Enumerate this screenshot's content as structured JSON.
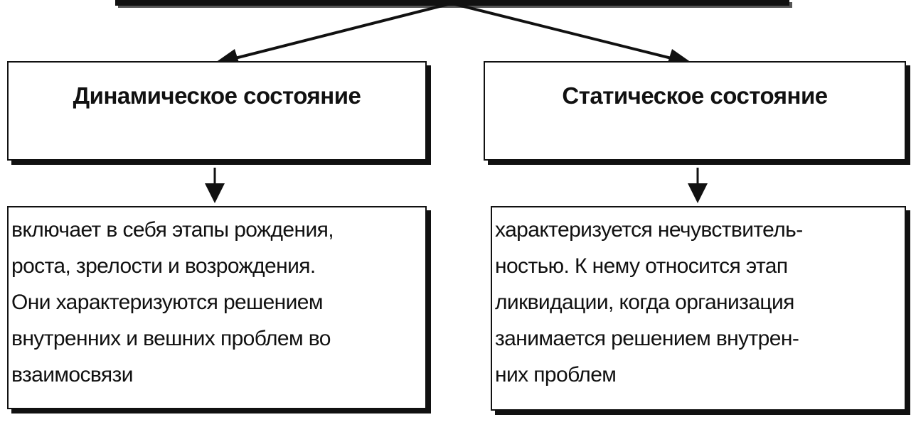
{
  "diagram": {
    "left": {
      "title": "Динамическое состояние",
      "description": "включает в себя этапы рождения,\nроста, зрелости и возрождения.\nОни характеризуются решением\nвнутренних и вешних проблем во\nвзаимосвязи"
    },
    "right": {
      "title": "Статическое состояние",
      "description": "характеризуется нечувствитель-\nностью. К нему относится этап\nликвидации, когда организация\nзанимается решением внутрен-\nних проблем"
    },
    "colors": {
      "ink": "#111111",
      "background": "#ffffff"
    }
  }
}
